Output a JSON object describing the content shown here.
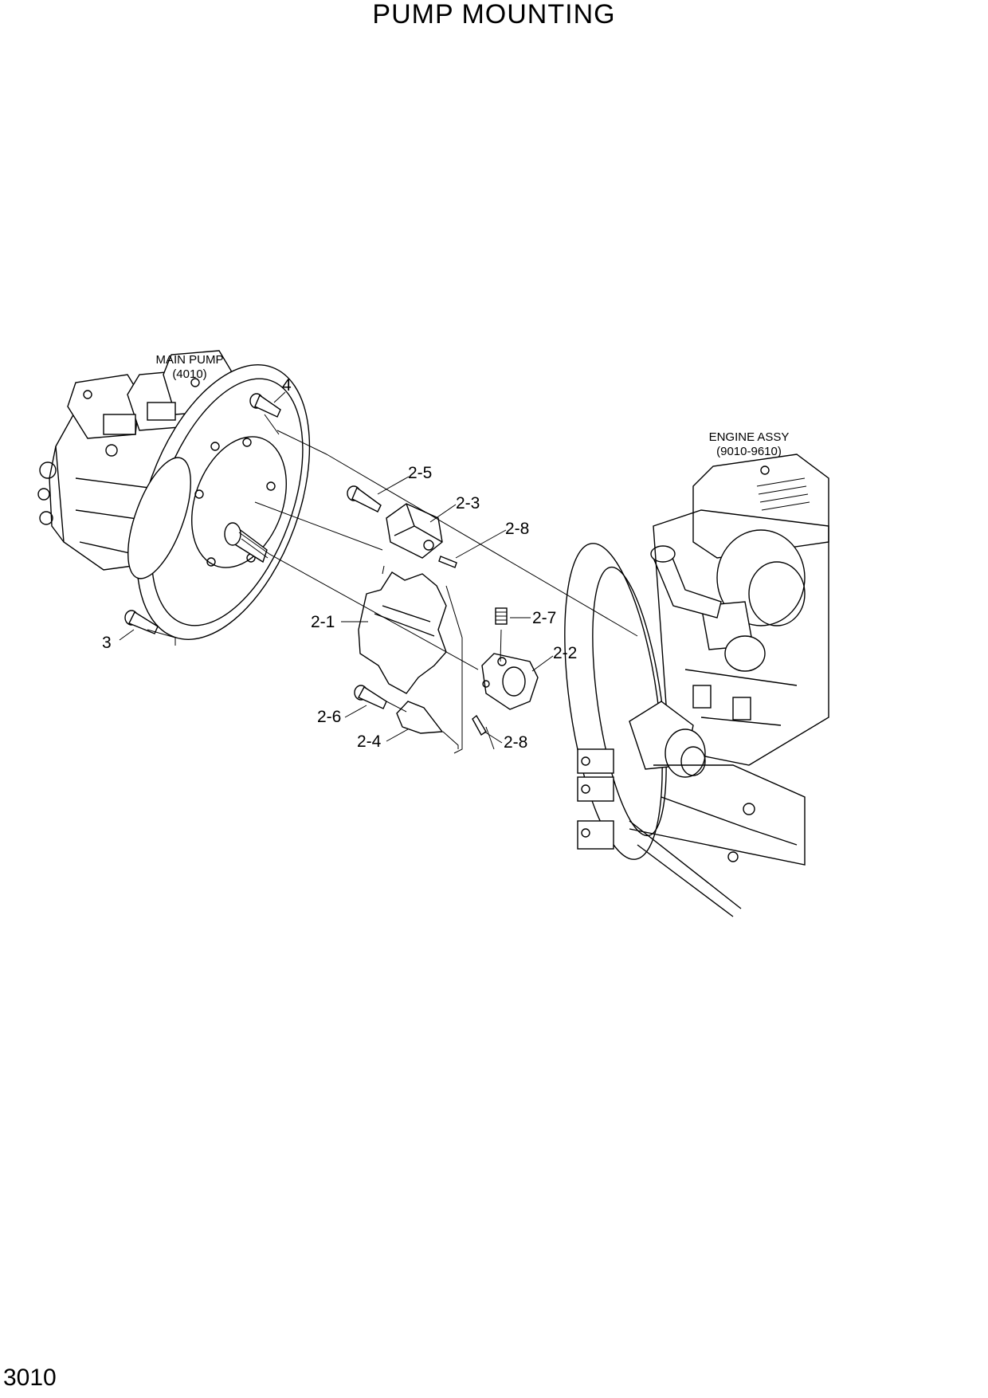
{
  "title": "PUMP MOUNTING",
  "page_number": "3010",
  "components": {
    "main_pump": {
      "name": "MAIN PUMP",
      "ref": "(4010)"
    },
    "engine": {
      "name": "ENGINE ASSY",
      "ref": "(9010-9610)"
    }
  },
  "callouts": {
    "c4": "4",
    "c3": "3",
    "c2_5": "2-5",
    "c2_3": "2-3",
    "c2_8a": "2-8",
    "c2_7": "2-7",
    "c2_1": "2-1",
    "c2_2": "2-2",
    "c2_6": "2-6",
    "c2_4": "2-4",
    "c2_8b": "2-8"
  }
}
